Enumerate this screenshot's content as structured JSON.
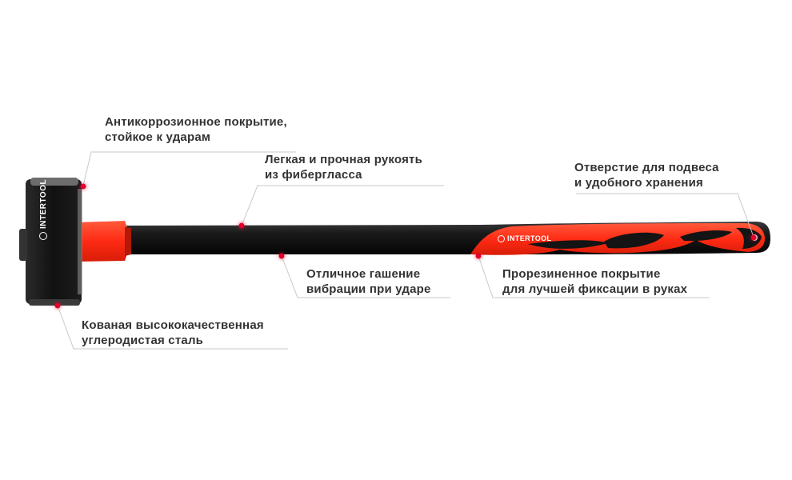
{
  "brand": {
    "name": "INTERTOOL",
    "accent_color": "#ff2a14",
    "dark_color": "#141414",
    "dot_color": "#e4002b"
  },
  "callouts": [
    {
      "id": "anticorrosion",
      "line1": "Антикоррозионное покрытие,",
      "line2": "стойкое к ударам"
    },
    {
      "id": "fiberglass",
      "line1": "Легкая и прочная рукоять",
      "line2": "из фибергласса"
    },
    {
      "id": "hole",
      "line1": "Отверстие для подвеса",
      "line2": "и удобного хранения"
    },
    {
      "id": "vibration",
      "line1": "Отличное гашение",
      "line2": "вибрации при ударе"
    },
    {
      "id": "rubber",
      "line1": "Прорезиненное покрытие",
      "line2": "для лучшей фиксации в руках"
    },
    {
      "id": "steel",
      "line1": "Кованая высококачественная",
      "line2": "углеродистая сталь"
    }
  ]
}
